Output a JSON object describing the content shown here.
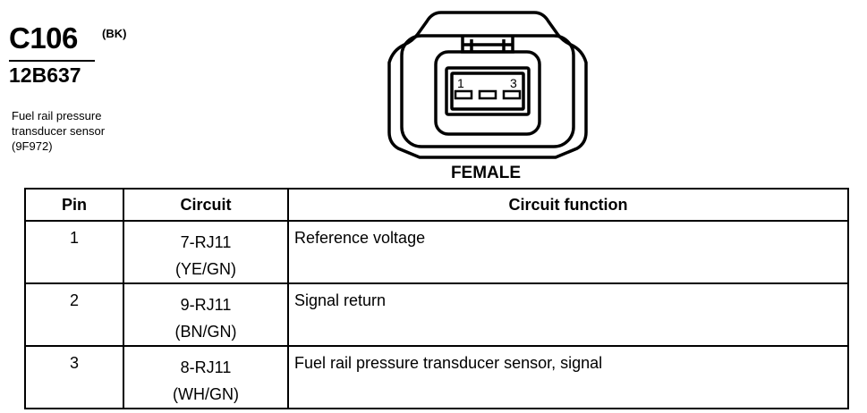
{
  "connector": {
    "id": "C106",
    "wire_color_code": "(BK)",
    "part_number": "12B637",
    "description_lines": [
      "Fuel rail pressure",
      "transducer sensor",
      "(9F972)"
    ]
  },
  "diagram": {
    "view_label": "FEMALE",
    "pin_labels": [
      "1",
      "3"
    ]
  },
  "table": {
    "headers": [
      "Pin",
      "Circuit",
      "Circuit function"
    ],
    "rows": [
      {
        "pin": "1",
        "circuit": "7-RJ11",
        "wire_color": "(YE/GN)",
        "function": "Reference voltage"
      },
      {
        "pin": "2",
        "circuit": "9-RJ11",
        "wire_color": "(BN/GN)",
        "function": "Signal return"
      },
      {
        "pin": "3",
        "circuit": "8-RJ11",
        "wire_color": "(WH/GN)",
        "function": "Fuel rail pressure transducer sensor, signal"
      }
    ]
  }
}
